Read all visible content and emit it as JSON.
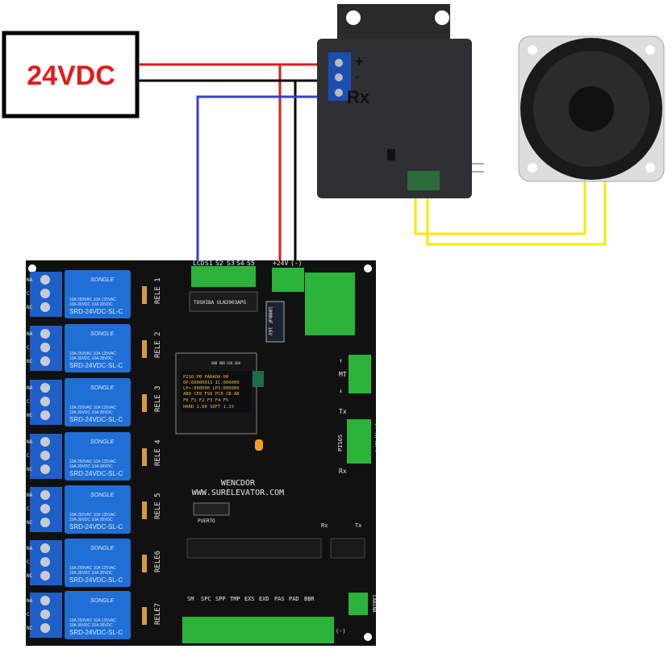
{
  "power_box": {
    "label": "24VDC"
  },
  "module": {
    "plus_label": "+",
    "minus_label": "-",
    "rx_label": "Rx"
  },
  "pcb": {
    "top_terminal_labels": [
      "LCD",
      "S1",
      "S2",
      "S3",
      "S4",
      "S5"
    ],
    "power_terminal_labels": [
      "+24V",
      "(-)"
    ],
    "ic_label": "TOSHIBA ULN2003APG",
    "capacitor_label": "1000uF 16V",
    "oled_pins": "GND VDD SCK SDA",
    "oled_lines": [
      "PISO:PB PARADA:00",
      "OP:00000011 IC:000000",
      "LP+:000000 LP1:000000",
      "AB0 CE0 FS0 PC0 CB AB",
      "F0 F1 F2 F3 F4 F5",
      "HARD 1.00 SOFT 1.33"
    ],
    "motor_labels": [
      "↑",
      "MT",
      "↓"
    ],
    "tx_label": "Tx",
    "rx_label": "Rx",
    "pisos_label": "PISOS",
    "pisos_pins": "V+ TX RX V-",
    "brand": "WENCDOR",
    "website": "WWW.SURELEVATOR.COM",
    "port_label": "PUERTO",
    "cabina_label": "CABINA",
    "minus_label": "(-)",
    "input_labels": [
      "SM",
      "SPC",
      "SPP",
      "TMP",
      "EXS",
      "EXD",
      "PAS",
      "PAD",
      "BBR"
    ],
    "relay_contacts": [
      "NA",
      "C",
      "NC"
    ],
    "relay_brand": "SONGLE",
    "relay_ratings": [
      "10A 250VAC 10A 125VAC",
      "10A 30VDC 10A 28VDC"
    ],
    "relay_model": "SRD-24VDC-SL-C",
    "relay_labels": [
      "RELE 1",
      "RELE 2",
      "RELE 3",
      "RELE 4",
      "RELE 5",
      "RELE6",
      "RELE7"
    ]
  },
  "colors": {
    "wire_red": "#e21b1b",
    "wire_black": "#000000",
    "wire_blue": "#3a3fc8",
    "wire_yellow": "#f5ea00",
    "pcb": "#111111",
    "relay_blue": "#1f6fd6",
    "terminal_green": "#2bb33a"
  }
}
